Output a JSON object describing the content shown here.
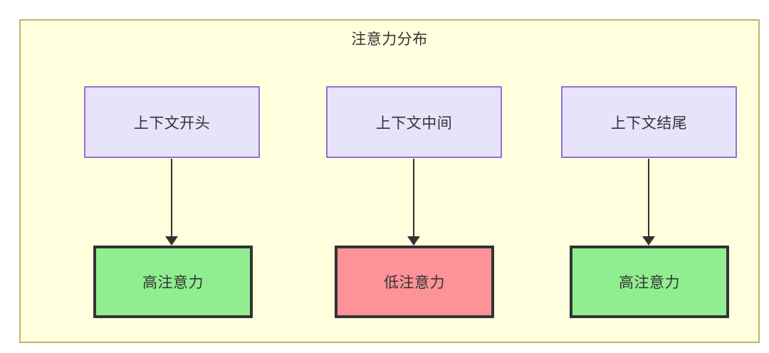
{
  "diagram": {
    "title": "注意力分布",
    "colors": {
      "container_bg": "#ffffde",
      "container_border": "#bdb76b",
      "source_bg": "#e6e3fb",
      "source_border": "#9370db",
      "high_bg": "#90ee90",
      "low_bg": "#fb9398",
      "emphasis_border": "#333333",
      "text": "#333333",
      "edge": "#333333"
    },
    "sources": [
      {
        "label": "上下文开头"
      },
      {
        "label": "上下文中间"
      },
      {
        "label": "上下文结尾"
      }
    ],
    "targets": [
      {
        "label": "高注意力",
        "level": "high"
      },
      {
        "label": "低注意力",
        "level": "low"
      },
      {
        "label": "高注意力",
        "level": "high"
      }
    ],
    "edges": [
      {
        "from": "上下文开头",
        "to": "高注意力"
      },
      {
        "from": "上下文中间",
        "to": "低注意力"
      },
      {
        "from": "上下文结尾",
        "to": "高注意力"
      }
    ]
  }
}
